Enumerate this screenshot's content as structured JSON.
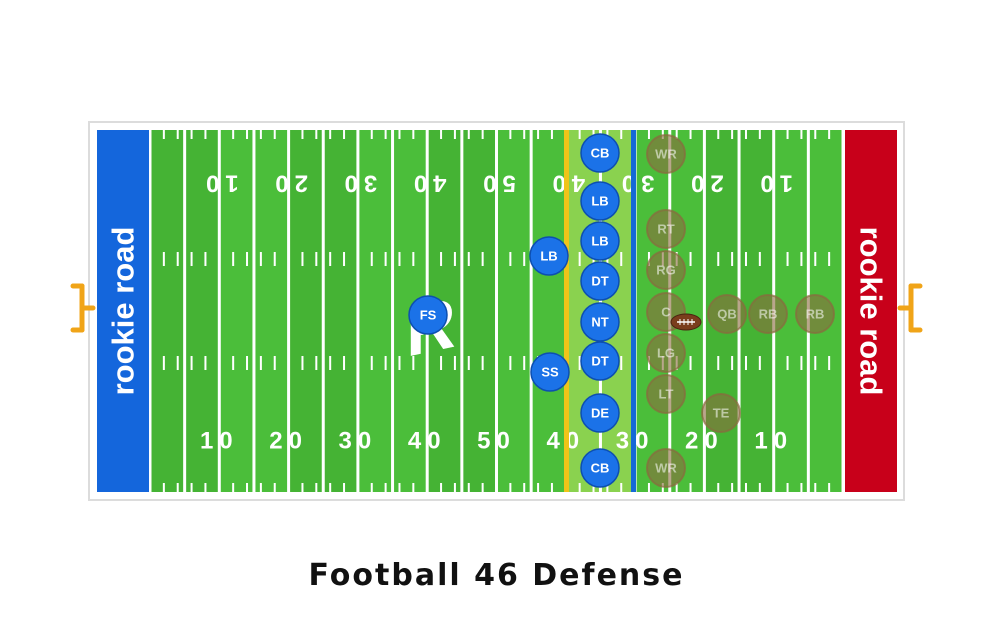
{
  "title": "Football 46 Defense",
  "brand": {
    "wordmark": "rookie road",
    "logo_letter": "R"
  },
  "colors": {
    "field": "#4bbe3a",
    "field_stripe": "#45b334",
    "endzone_left": "#1466dc",
    "endzone_right": "#c8001a",
    "line_of_scrimmage": "#f0c419",
    "first_down_line": "#1569d6",
    "defense_player": "#1b72e8",
    "offense_player": "#8a6a3e",
    "goalpost": "#f0a418",
    "zone_highlight": "#a2dc58"
  },
  "yard_numbers": {
    "top": [
      "10",
      "20",
      "30",
      "40",
      "50",
      "40",
      "30",
      "20",
      "10"
    ],
    "bottom": [
      "10",
      "20",
      "30",
      "40",
      "50",
      "40",
      "30",
      "20",
      "10"
    ]
  },
  "defense": [
    {
      "label": "CB"
    },
    {
      "label": "LB"
    },
    {
      "label": "LB"
    },
    {
      "label": "LB"
    },
    {
      "label": "DT"
    },
    {
      "label": "NT"
    },
    {
      "label": "DT"
    },
    {
      "label": "SS"
    },
    {
      "label": "FS"
    },
    {
      "label": "DE"
    },
    {
      "label": "CB"
    }
  ],
  "offense": [
    {
      "label": "WR"
    },
    {
      "label": "RT"
    },
    {
      "label": "RG"
    },
    {
      "label": "C"
    },
    {
      "label": "QB"
    },
    {
      "label": "RB"
    },
    {
      "label": "RB"
    },
    {
      "label": "LG"
    },
    {
      "label": "LT"
    },
    {
      "label": "TE"
    },
    {
      "label": "WR"
    }
  ]
}
